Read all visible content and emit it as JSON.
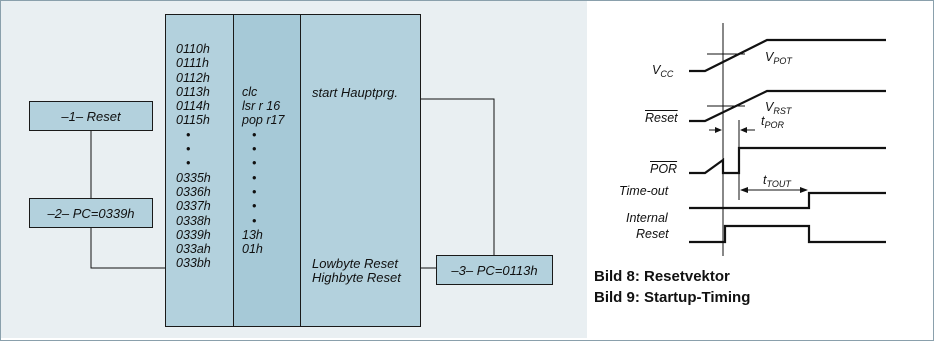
{
  "left_diagram": {
    "box_reset": "–1– Reset",
    "box_pc1": "–2– PC=0339h",
    "box_pc2": "–3– PC=0113h",
    "addresses": [
      "0110h",
      "0111h",
      "0112h",
      "0113h",
      "0114h",
      "0115h",
      "•",
      "•",
      "•",
      "0335h",
      "0336h",
      "0337h",
      "0338h",
      "0339h",
      "033ah",
      "033bh"
    ],
    "instructions": [
      "",
      "",
      "",
      "clc",
      "lsr r 16",
      "pop r17",
      "•",
      "•",
      "•",
      "•",
      "•",
      "•",
      "•",
      "13h",
      "01h",
      ""
    ],
    "comments": {
      "start": "start Hauptprg.",
      "lowbyte": "Lowbyte Reset",
      "highbyte": "Highbyte Reset"
    }
  },
  "timing": {
    "vcc": "V",
    "vcc_sub": "CC",
    "vpot": "V",
    "vpot_sub": "POT",
    "reset": "Reset",
    "vrst": "V",
    "vrst_sub": "RST",
    "tpor": "t",
    "tpor_sub": "POR",
    "por": "POR",
    "timeout": "Time-out",
    "ttout": "t",
    "ttout_sub": "TOUT",
    "internal": "Internal",
    "internal_reset": "Reset"
  },
  "captions": {
    "bild8": "Bild 8: Resetvektor",
    "bild9": "Bild 9: Startup-Timing"
  }
}
